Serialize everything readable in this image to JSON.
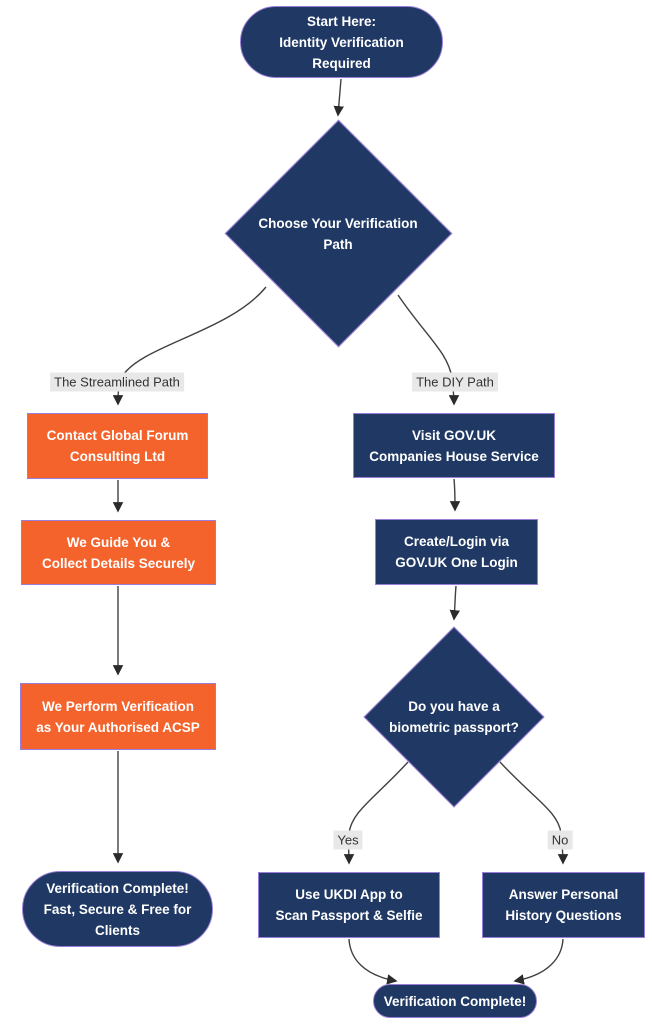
{
  "diagram": {
    "type": "flowchart",
    "background": "#ffffff"
  },
  "colors": {
    "navy": "#1F3864",
    "orange": "#F4632C",
    "nodeborder": "#9B7ED9",
    "edge": "#404040",
    "labelbg": "#E8E8E8",
    "labeltext": "#333333",
    "nodetext": "#FFFFFF"
  },
  "nodes": {
    "start": {
      "shape": "stadium",
      "color": "navy",
      "lines": [
        "Start Here:",
        "Identity Verification",
        "Required"
      ]
    },
    "choose": {
      "shape": "diamond",
      "color": "navy",
      "lines": [
        "Choose Your Verification",
        "Path"
      ]
    },
    "contact": {
      "shape": "rect",
      "color": "orange",
      "lines": [
        "Contact Global Forum",
        "Consulting Ltd"
      ]
    },
    "guide": {
      "shape": "rect",
      "color": "orange",
      "lines": [
        "We Guide You &",
        "Collect Details Securely"
      ]
    },
    "perform": {
      "shape": "rect",
      "color": "orange",
      "lines": [
        "We Perform Verification",
        "as Your Authorised ACSP"
      ]
    },
    "left_complete": {
      "shape": "stadium",
      "color": "navy",
      "lines": [
        "Verification Complete!",
        "Fast, Secure & Free for",
        "Clients"
      ]
    },
    "visit": {
      "shape": "rect",
      "color": "navy",
      "lines": [
        "Visit GOV.UK",
        "Companies House Service"
      ]
    },
    "login": {
      "shape": "rect",
      "color": "navy",
      "lines": [
        "Create/Login via",
        "GOV.UK One Login"
      ]
    },
    "passport": {
      "shape": "diamond",
      "color": "navy",
      "lines": [
        "Do you have a",
        "biometric passport?"
      ]
    },
    "ukdi": {
      "shape": "rect",
      "color": "navy",
      "lines": [
        "Use UKDI App to",
        "Scan Passport & Selfie"
      ]
    },
    "questions": {
      "shape": "rect",
      "color": "navy",
      "lines": [
        "Answer Personal",
        "History Questions"
      ]
    },
    "end_complete": {
      "shape": "stadium",
      "color": "navy",
      "lines": [
        "Verification Complete!"
      ]
    }
  },
  "edge_labels": {
    "streamlined": "The Streamlined Path",
    "diy": "The DIY Path",
    "yes": "Yes",
    "no": "No"
  }
}
